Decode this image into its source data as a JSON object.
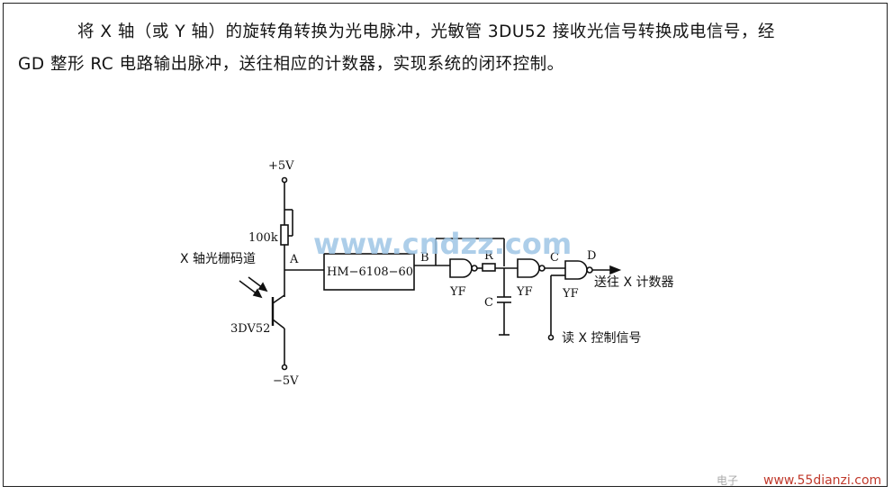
{
  "description": {
    "line1": "将 X 轴（或 Y 轴）的旋转角转换为光电脉冲，光敏管 3DU52 接收光信号转换成电信号，经",
    "line2": "GD 整形 RC 电路输出脉冲，送往相应的计数器，实现系统的闭环控制。"
  },
  "circuit": {
    "vplus": "+5V",
    "vminus": "−5V",
    "resistor": "100k",
    "grating": "X 轴光栅码道",
    "phototransistor": "3DV52",
    "ic": "HM−6108−60",
    "node_a": "A",
    "node_b": "B",
    "node_c": "C",
    "node_d": "D",
    "gate1": "YF",
    "gate2": "YF",
    "gate3": "YF",
    "r_label": "R",
    "c_label": "C",
    "output": "送往 X 计数器",
    "read_signal": "读 X 控制信号"
  },
  "watermark": {
    "main": "www.cndzz.com",
    "corner": "www.55dianzi.com",
    "corner_prefix": "电子"
  }
}
